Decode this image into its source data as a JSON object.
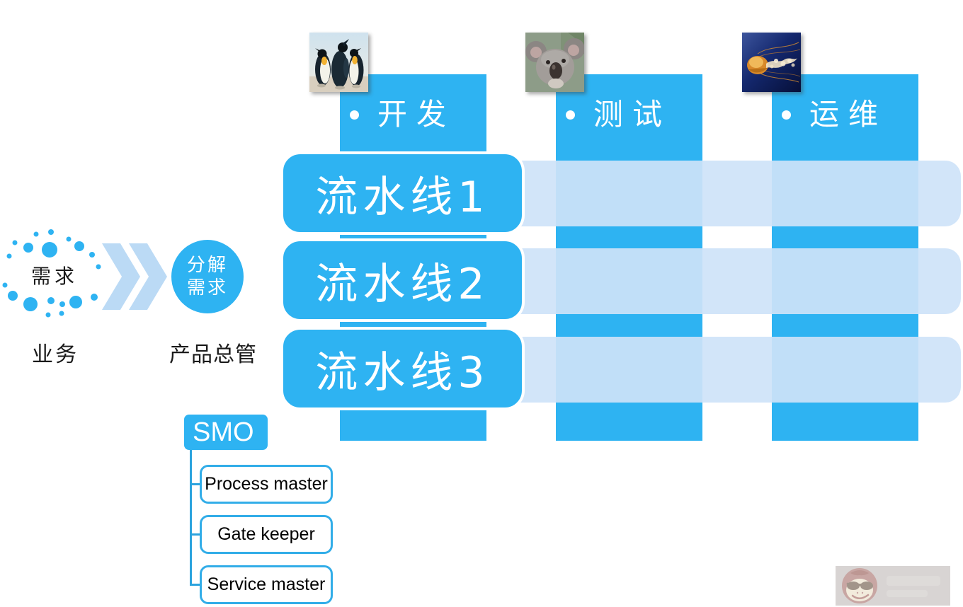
{
  "slide": {
    "accent_blue": "#2EB3F2",
    "band_blue": "#CFE3F9",
    "chevron_blue": "#BBDAF5",
    "connector_blue": "#2BA3DE",
    "background": "#ffffff"
  },
  "intake": {
    "requirement_label": "需求",
    "business_caption": "业务",
    "decompose_line1": "分解",
    "decompose_line2": "需求",
    "product_manager_caption": "产品总管"
  },
  "stages": {
    "items": [
      {
        "label": "开发",
        "photo": "penguins-photo"
      },
      {
        "label": "测试",
        "photo": "koala-photo"
      },
      {
        "label": "运维",
        "photo": "jellyfish-photo"
      }
    ]
  },
  "pipelines": [
    {
      "label": "流水线1"
    },
    {
      "label": "流水线2"
    },
    {
      "label": "流水线3"
    }
  ],
  "smo": {
    "title": "SMO",
    "roles": [
      {
        "label": "Process master"
      },
      {
        "label": "Gate keeper"
      },
      {
        "label": "Service master"
      }
    ]
  },
  "watermark": {
    "icon": "monkey-face-watermark"
  }
}
